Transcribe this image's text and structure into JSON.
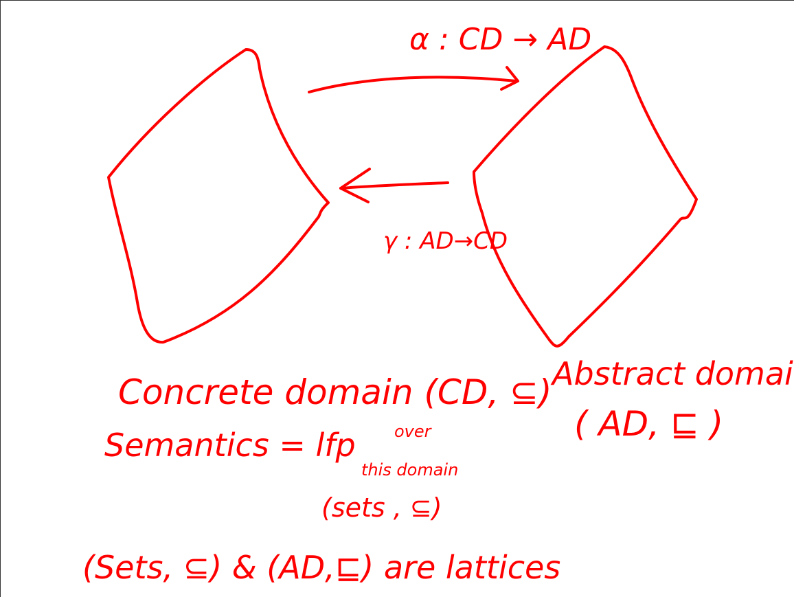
{
  "labels": {
    "alpha_map": "α : CD → AD",
    "gamma_map": "γ : AD→CD",
    "concrete_domain": "Concrete domain (CD, ⊆)",
    "abstract_domain_line1": "Abstract domain",
    "abstract_domain_line2": "( AD, ⊑ )",
    "semantics": "Semantics = lfp",
    "over": "over",
    "this_domain": "this domain",
    "sets_order": "(sets , ⊆)",
    "lattices_note": "(Sets, ⊆)  &  (AD,⊑) are lattices"
  },
  "colors": {
    "ink": "#ff0000",
    "border": "#333333",
    "background": "#ffffff"
  }
}
